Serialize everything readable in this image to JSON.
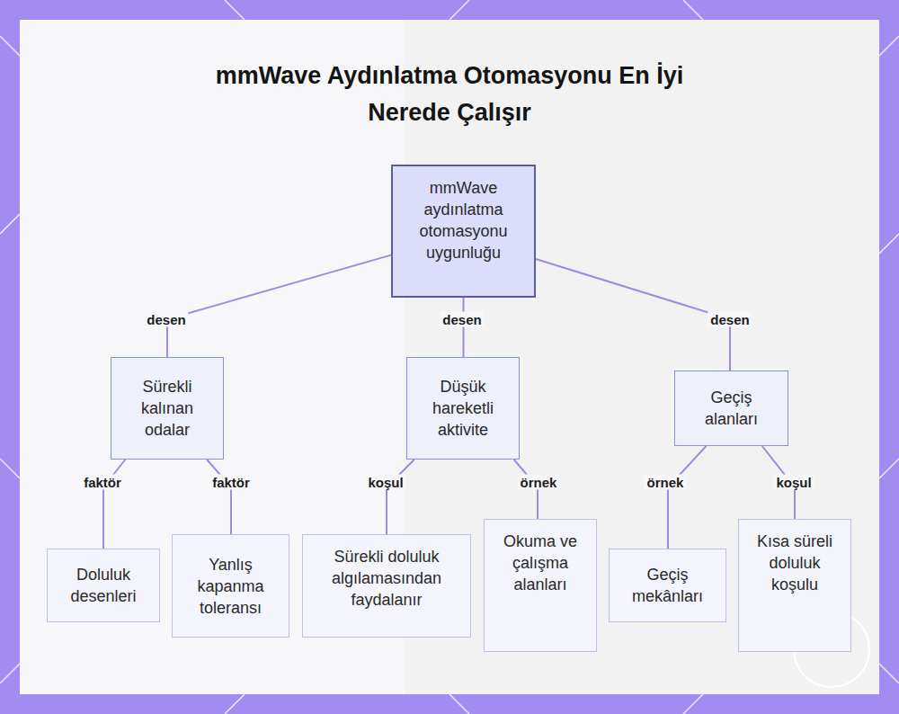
{
  "diagram": {
    "title": "mmWave Aydınlatma Otomasyonu En İyi Nerede Çalışır",
    "nodes": [
      {
        "text": [
          "mmWave aydınlatma otomasyonu uygunluğu"
        ]
      },
      {
        "text": [
          "Sürekli kalınan odalar"
        ]
      },
      {
        "text": [
          "Düşük hareketli aktivite"
        ]
      },
      {
        "text": [
          "Geçiş alanları"
        ]
      },
      {
        "text": [
          "Doluluk desenleri"
        ]
      },
      {
        "text": [
          "Yanlış kapanma toleransı"
        ]
      },
      {
        "text": [
          "Sürekli doluluk algılamasından faydalanır"
        ]
      },
      {
        "text": [
          "Okuma ve çalışma alanları"
        ]
      },
      {
        "text": [
          "Geçiş mekânları"
        ]
      },
      {
        "text": [
          "Kısa süreli doluluk koşulu"
        ]
      }
    ],
    "edges": [
      {
        "from": 0,
        "to": 1,
        "label": "desen",
        "arrow": "none"
      },
      {
        "from": 0,
        "to": 2,
        "label": "desen",
        "arrow": "none"
      },
      {
        "from": 0,
        "to": 3,
        "label": "desen",
        "arrow": "none"
      },
      {
        "from": 1,
        "to": 4,
        "label": "faktör",
        "arrow": "none"
      },
      {
        "from": 1,
        "to": 5,
        "label": "faktör",
        "arrow": "none"
      },
      {
        "from": 2,
        "to": 6,
        "label": "koşul",
        "arrow": "none"
      },
      {
        "from": 2,
        "to": 7,
        "label": "örnek",
        "arrow": "none"
      },
      {
        "from": 3,
        "to": 8,
        "label": "örnek",
        "arrow": "none"
      },
      {
        "from": 3,
        "to": 9,
        "label": "koşul",
        "arrow": "none"
      }
    ]
  }
}
